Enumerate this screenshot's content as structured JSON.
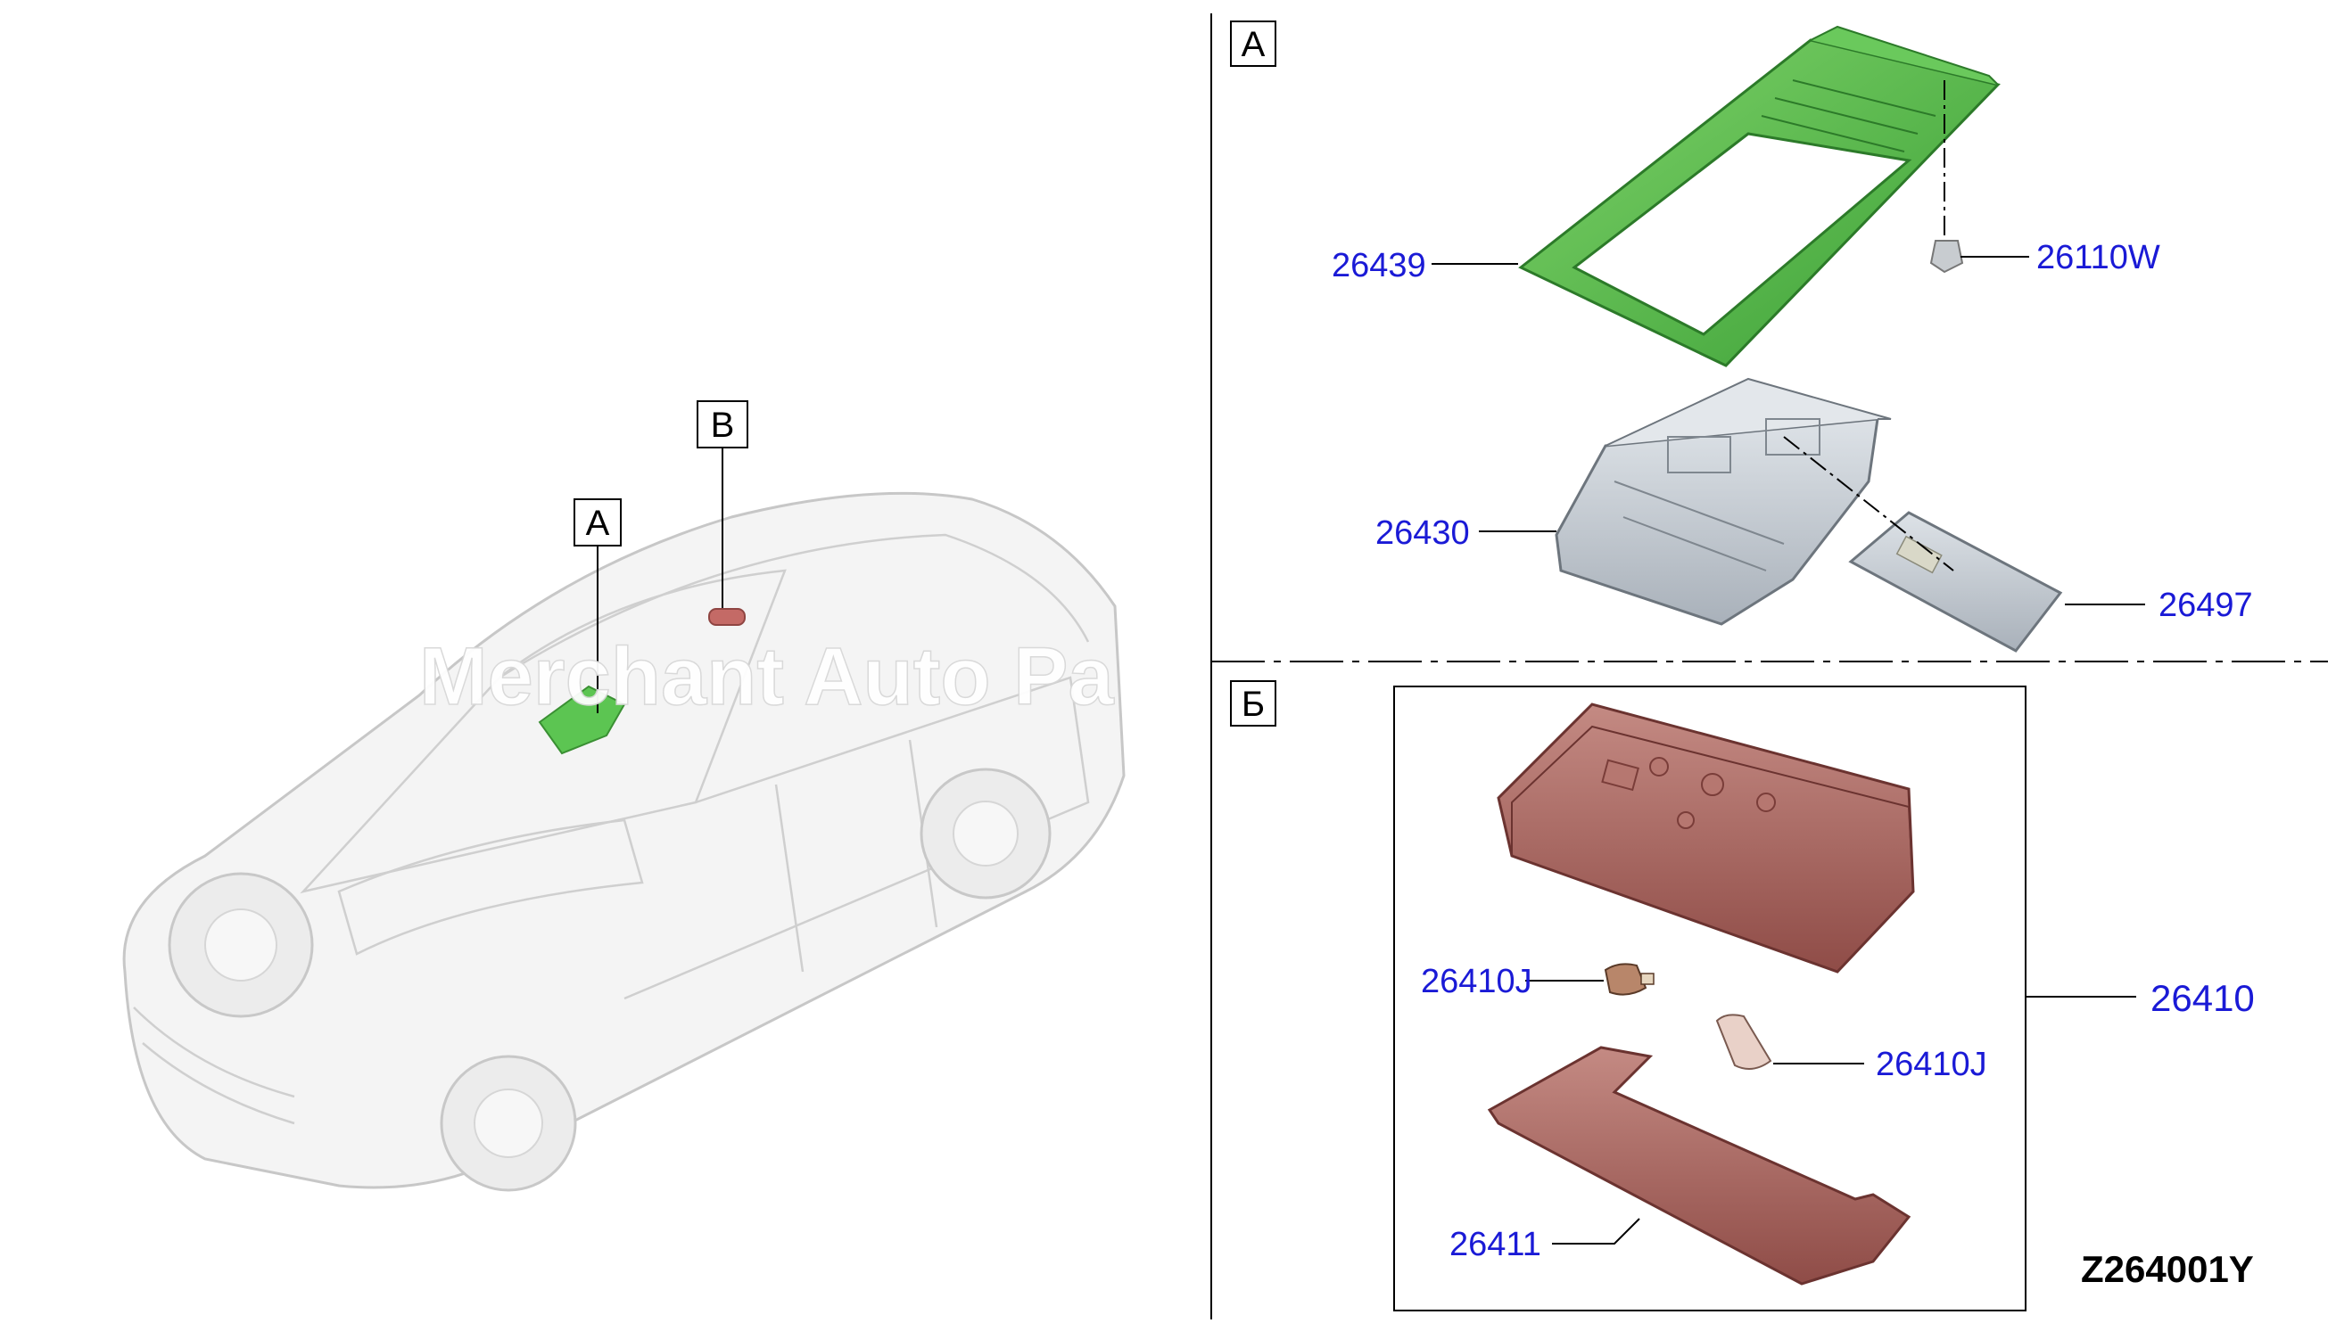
{
  "watermark": "Merchant Auto Pa",
  "diagram_code": "Z264001Y",
  "car_callouts": {
    "a": "A",
    "b": "B"
  },
  "section_a": {
    "tag": "A",
    "parts": {
      "p26439": "26439",
      "p26110w": "26110W",
      "p26430": "26430",
      "p26497": "26497"
    }
  },
  "section_b": {
    "tag": "Б",
    "parts": {
      "p26410": "26410",
      "p26410j_left": "26410J",
      "p26410j_right": "26410J",
      "p26411": "26411"
    }
  },
  "colors": {
    "bracket_green": "#4fbf45",
    "housing_gray": "#c9cfd6",
    "lamp_red": "#a9655f",
    "label_blue": "#1a1ad6"
  }
}
